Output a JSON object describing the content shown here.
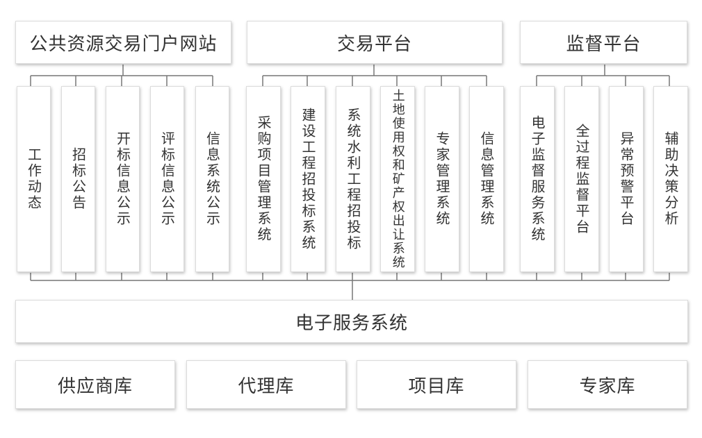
{
  "headers": [
    {
      "id": "portal",
      "label": "公共资源交易门户网站"
    },
    {
      "id": "trading",
      "label": "交易平台"
    },
    {
      "id": "supervision",
      "label": "监督平台"
    }
  ],
  "modules": [
    {
      "group": "portal",
      "label": "工作动态"
    },
    {
      "group": "portal",
      "label": "招标公告"
    },
    {
      "group": "portal",
      "label": "开标信息公示"
    },
    {
      "group": "portal",
      "label": "评标信息公示"
    },
    {
      "group": "portal",
      "label": "信息系统公示"
    },
    {
      "group": "trading",
      "label": "采购项目管理系统"
    },
    {
      "group": "trading",
      "label": "建设工程招投标系统"
    },
    {
      "group": "trading",
      "label": "系统水利工程招投标"
    },
    {
      "group": "trading",
      "label": "土地使用权和矿产权出让系统"
    },
    {
      "group": "trading",
      "label": "专家管理系统"
    },
    {
      "group": "trading",
      "label": "信息管理系统"
    },
    {
      "group": "supervision",
      "label": "电子监督服务系统"
    },
    {
      "group": "supervision",
      "label": "全过程监督平台"
    },
    {
      "group": "supervision",
      "label": "异常预警平台"
    },
    {
      "group": "supervision",
      "label": "辅助决策分析"
    }
  ],
  "service_bar": {
    "label": "电子服务系统"
  },
  "databases": [
    {
      "label": "供应商库"
    },
    {
      "label": "代理库"
    },
    {
      "label": "项目库"
    },
    {
      "label": "专家库"
    }
  ],
  "colors": {
    "connector": "#777777",
    "border": "#dcdcdc",
    "text": "#333333"
  }
}
